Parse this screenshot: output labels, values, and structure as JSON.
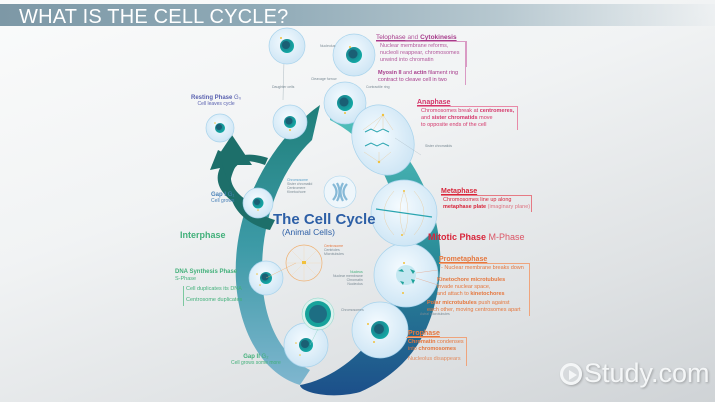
{
  "title": "WHAT IS THE CELL CYCLE?",
  "center": {
    "title": "The Cell Cycle",
    "subtitle": "(Animal Cells)"
  },
  "sections": {
    "interphase": "Interphase",
    "mitotic_bold": "Mitotic Phase",
    "mitotic_rest": "M-Phase"
  },
  "phases": {
    "resting": {
      "name": "Resting Phase",
      "sub": "G₀",
      "desc": "Cell leaves cycle"
    },
    "gap1": {
      "name": "Gap I",
      "sub": "G₁",
      "desc": "Cell grows"
    },
    "synthesis": {
      "name": "DNA Synthesis Phase",
      "sub": "S-Phase",
      "lines": [
        "Cell duplicates its DNA",
        "Centrosome duplicates"
      ]
    },
    "gap2": {
      "name": "Gap II",
      "sub": "G₂",
      "desc": "Cell grows some more"
    },
    "prophase": {
      "name": "Prophase",
      "line1a": "Chromatin",
      "line1b": " condenses",
      "line2a": "into ",
      "line2b": "chromosomes",
      "line3": "Nucleolus disappears"
    },
    "prometaphase": {
      "name": "Prometaphase",
      "l1": "- Nuclear membrane breaks down",
      "l2a": "Kinetochore microtubules",
      "l3": "invade nuclear space,",
      "l4a": "and attach to ",
      "l4b": "kinetochores",
      "l5a": "Polar microtubules",
      "l5b": " push against",
      "l6": "each other, moving centrosomes apart"
    },
    "metaphase": {
      "name": "Metaphase",
      "l1": "Chromosomes line up along",
      "l2a": "metaphase plate",
      "l2b": " (imaginary plane)"
    },
    "anaphase": {
      "name": "Anaphase",
      "l1a": "Chromosomes break at ",
      "l1b": "centromeres,",
      "l2a": "and ",
      "l2b": "sister chromatids",
      "l2c": " move",
      "l3": "to opposite ends of the cell"
    },
    "telophase": {
      "name_a": "Telophase",
      "name_and": " and ",
      "name_b": "Cytokinesis",
      "l1": "Nuclear membrane reforms,",
      "l2": "nucleoli reappear, chromosomes",
      "l3": "unwind into chromatin",
      "l4a": "Myosin II",
      "l4b": " and ",
      "l4c": "actin",
      "l4d": " filament ring",
      "l5": "contract to cleave cell in two"
    }
  },
  "small_labels": {
    "daughter_cells": "Daughter cells",
    "nucleolus": "Nucleolus",
    "cleavage_furrow": "Cleavage furrow",
    "contractile_ring": "Contractile ring",
    "sister_chromatids": "Sister chromatids",
    "astral_microtubules": "Astral microtubules",
    "chromosomes": "Chromosomes",
    "chromosome": {
      "title": "Chromosome",
      "items": [
        "Sister chromatid",
        "Centromere",
        "Kinetochore"
      ]
    },
    "centrosome": {
      "title": "Centrosome",
      "items": [
        "Centrioles",
        "Microtubules"
      ]
    },
    "nucleus": {
      "title": "Nucleus",
      "items": [
        "Nuclear membrane",
        "Chromatin",
        "Nucleolus"
      ]
    }
  },
  "watermark": "Study.com",
  "colors": {
    "teal": "#1f7a78",
    "light_teal": "#5cc6c0",
    "blue": "#2d5fa6",
    "mitotic_red": "#d8253a",
    "interphase_green": "#42b07a"
  }
}
